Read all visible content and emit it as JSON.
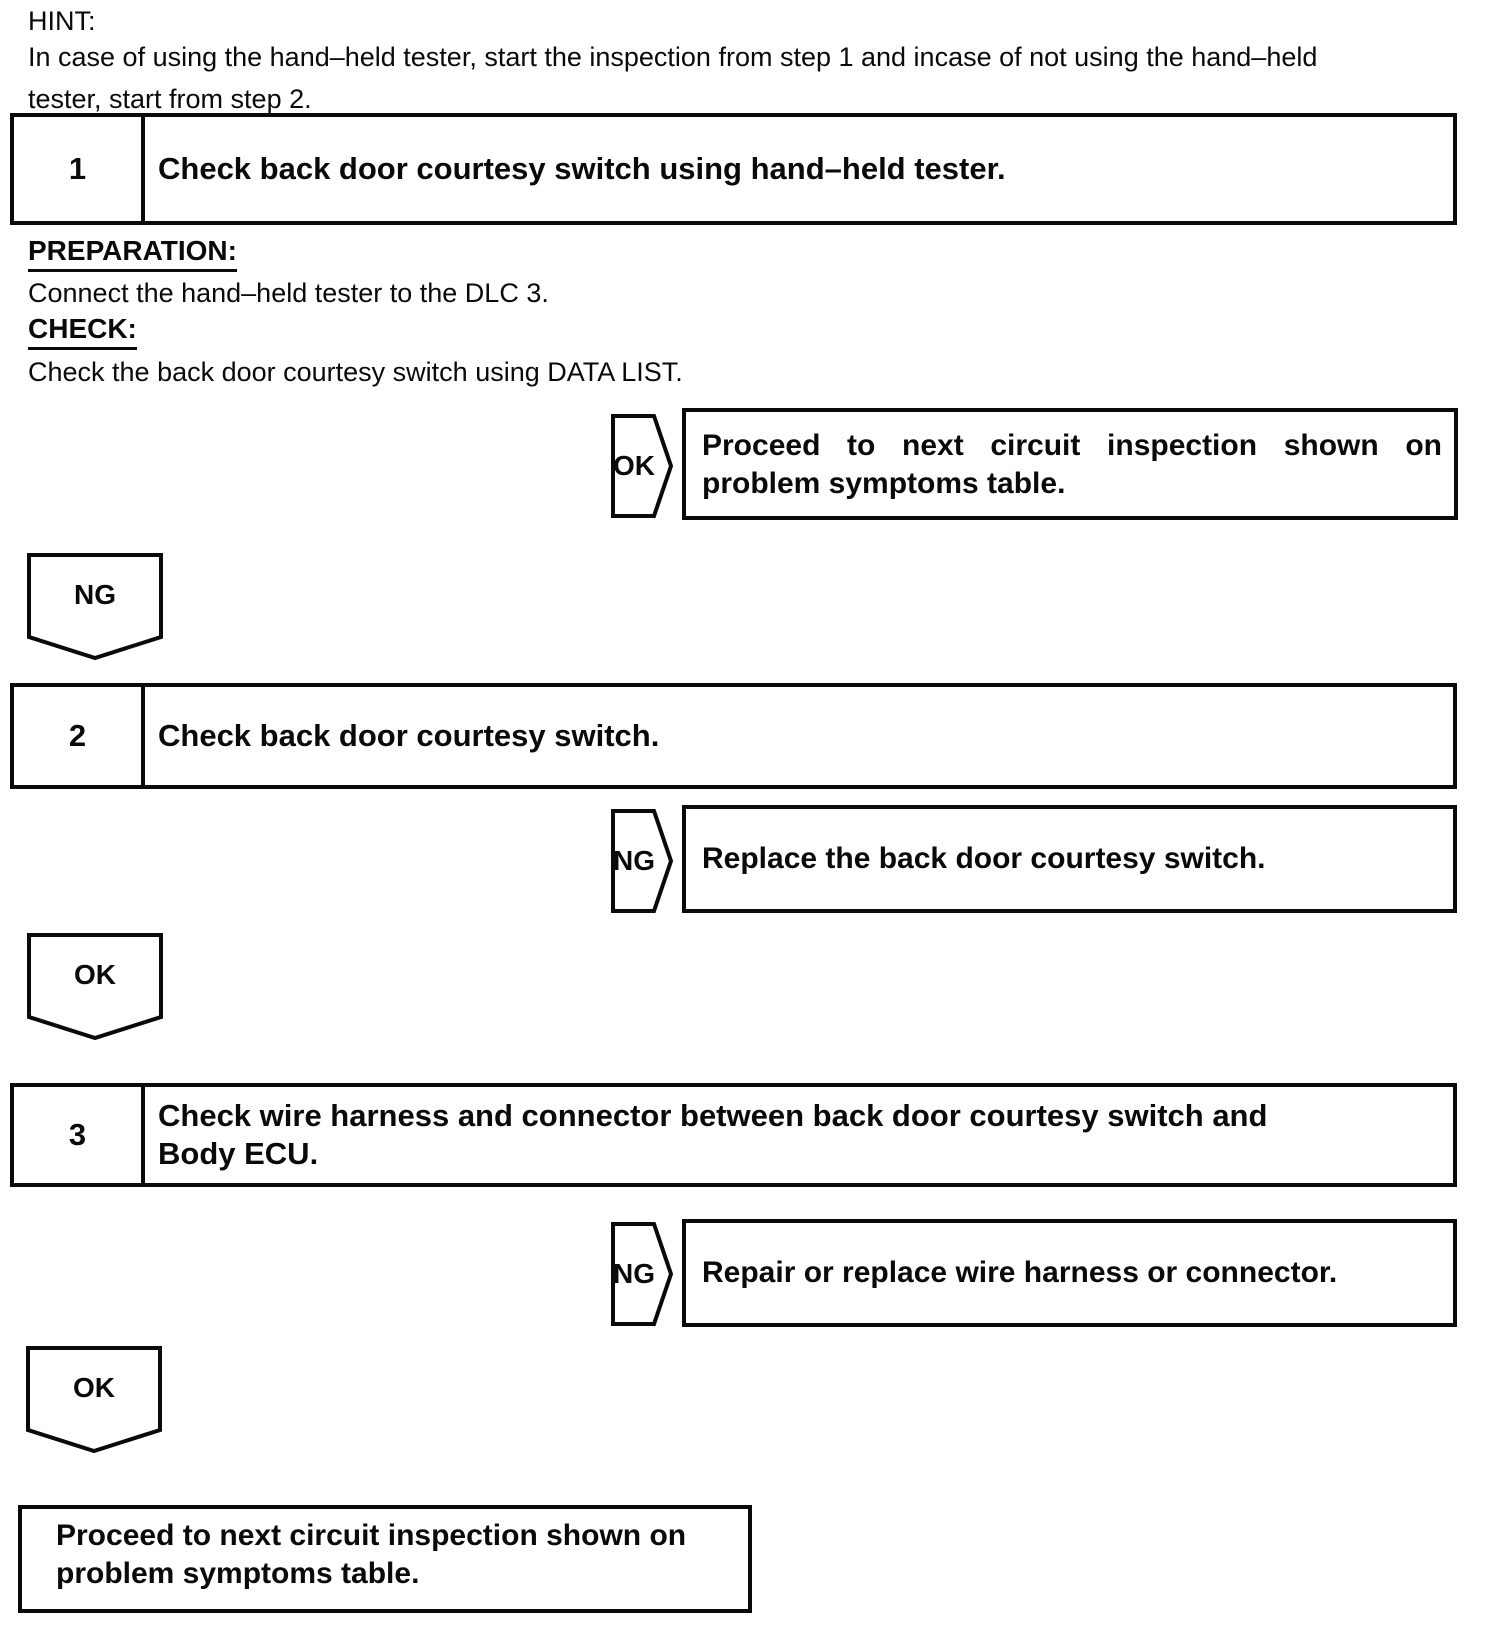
{
  "hint": {
    "label": "HINT:",
    "lines": [
      "In case of using the hand–held tester, start the inspection from step 1 and incase of not using the hand–held",
      "tester, start from step 2."
    ]
  },
  "step1": {
    "number": "1",
    "title_lines": [
      "Check back door courtesy switch using hand–held tester."
    ],
    "preparation_label": "PREPARATION:",
    "preparation_text": "Connect the hand–held tester to the DLC 3.",
    "check_label": "CHECK:",
    "check_text": "Check the back door courtesy switch using DATA LIST."
  },
  "branch1": {
    "label": "OK",
    "result_lines": [
      "Proceed to next circuit inspection shown on",
      "problem symptoms table."
    ]
  },
  "connector1": {
    "label": "NG"
  },
  "step2": {
    "number": "2",
    "title_lines": [
      "Check back door courtesy switch."
    ]
  },
  "branch2": {
    "label": "NG",
    "result_lines": [
      "Replace the back door courtesy switch."
    ]
  },
  "connector2": {
    "label": "OK"
  },
  "step3": {
    "number": "3",
    "title_lines": [
      "Check wire harness and connector between back door courtesy switch and",
      "Body ECU."
    ]
  },
  "branch3": {
    "label": "NG",
    "result_lines": [
      "Repair or replace wire harness or connector."
    ]
  },
  "connector3": {
    "label": "OK"
  },
  "final": {
    "result_lines": [
      "Proceed to next circuit inspection shown on",
      "problem symptoms table."
    ]
  }
}
